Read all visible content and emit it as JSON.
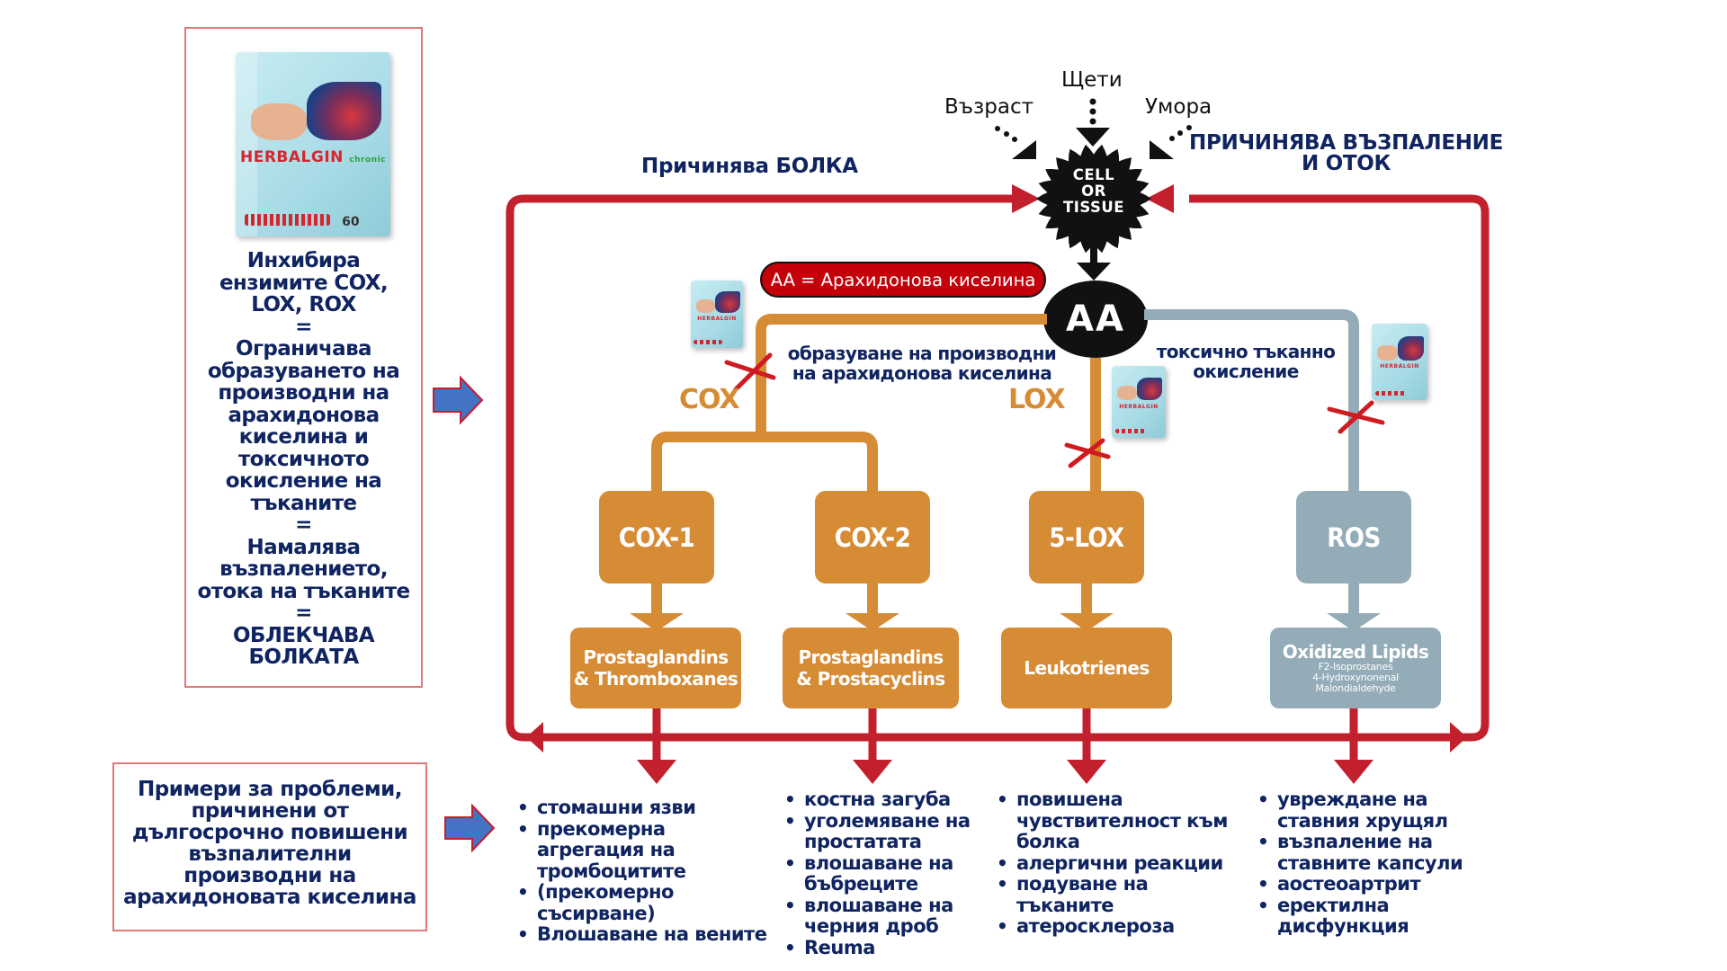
{
  "product": {
    "brand": "HERBALGIN",
    "variant": "chronic",
    "count": "60",
    "site": "herbal-analgesic"
  },
  "left_panel": {
    "lines": [
      "Инхибира",
      "ензимите COX,",
      "LOX, ROX",
      "=",
      "Ограничава",
      "образуването на",
      "производни на",
      "арахидонова",
      "киселина и",
      "токсичното",
      "окисление на",
      "тъканите",
      "=",
      "Намалява",
      "възпалението,",
      "отока на тъканите",
      "=",
      "ОБЛЕКЧАВА",
      "БОЛКАТА"
    ]
  },
  "bottom_panel": {
    "lines": [
      "Примери за проблеми,",
      "причинени от",
      "дългосрочно повишени",
      "възпалителни",
      "производни на",
      "арахидоновата киселина"
    ]
  },
  "headings": {
    "pain": "Причинява БОЛКА",
    "inflammation_line1": "ПРИЧИНЯВА ВЪЗПАЛЕНИЕ",
    "inflammation_line2": "И ОТОК"
  },
  "causes": {
    "age": "Възраст",
    "damage": "Щети",
    "fatigue": "Умора"
  },
  "nodes": {
    "cell_tissue": [
      "CELL",
      "OR",
      "TISSUE"
    ],
    "aa": "AA",
    "aa_legend": "AA = Арахидонова киселина"
  },
  "pathways": {
    "derivatives_line1": "образуване на производни",
    "derivatives_line2": "на арахидонова киселина",
    "oxidation_line1": "токсично тъканно",
    "oxidation_line2": "окисление",
    "cox_label": "COX",
    "lox_label": "LOX"
  },
  "enzymes": [
    {
      "label": "COX-1",
      "product_line1": "Prostaglandins",
      "product_line2": "& Thromboxanes"
    },
    {
      "label": "COX-2",
      "product_line1": "Prostaglandins",
      "product_line2": "& Prostacyclins"
    },
    {
      "label": "5-LOX",
      "product_line1": "Leukotrienes",
      "product_line2": ""
    },
    {
      "label": "ROS",
      "product_line1": "Oxidized Lipids",
      "product_line2": "",
      "product_sub": [
        "F2-Isoprostanes",
        "4-Hydroxynonenal",
        "Malondialdehyde"
      ]
    }
  ],
  "effects": [
    [
      "стомашни язви",
      "прекомерна агрегация на тромбоцитите",
      "(прекомерно съсирване)",
      "Влошаване на вените"
    ],
    [
      "костна загуба",
      "уголемяване на простатата",
      "влошаване на бъбреците",
      "влошаване на черния дроб",
      "Reuma"
    ],
    [
      "повишена чувствителност към болка",
      "алергични реакции",
      "подуване на тъканите",
      "атеросклероза"
    ],
    [
      "увреждане на ставния хрущял",
      "възпаление на ставните капсули",
      "аостеоартрит",
      "еректилна дисфункция"
    ]
  ],
  "colors": {
    "navy": "#0f2461",
    "red_line": "#c3202e",
    "orange": "#d68b35",
    "grey_blue": "#93acb7",
    "arrow_blue": "#4472c4",
    "legend_red": "#c4000b"
  }
}
